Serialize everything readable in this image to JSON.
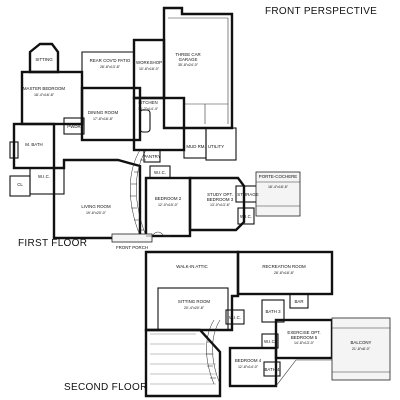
{
  "headings": {
    "front_perspective": "FRONT PERSPECTIVE",
    "first_floor": "FIRST FLOOR",
    "second_floor": "SECOND FLOOR"
  },
  "first_floor_rooms": {
    "sitting": "SITTING",
    "master_bedroom": "MASTER BEDROOM",
    "master_bedroom_dim": "18'-4\"x16'-8\"",
    "rear_patio": "REAR COV'D PATIO",
    "rear_patio_dim": "28'-8\"x13'-8\"",
    "workshop": "WORKSHOP",
    "workshop_dim": "10'-8\"x18'-0\"",
    "three_car_garage": "THREE CAR",
    "three_car_garage_2": "GARAGE",
    "three_car_garage_dim": "35'-8\"x24'-0\"",
    "dining_room": "DINING ROOM",
    "dining_room_dim": "17'-8\"x18'-8\"",
    "kitchen": "KITCHEN",
    "kitchen_dim": "15'-2\"x14'-4\"",
    "mud_rm": "MUD RM.",
    "utility": "UTILITY",
    "powder": "PWDR",
    "m_bath": "M. BATH",
    "closet": "CL",
    "wic": "W.I.C.",
    "pantry": "PANTRY",
    "wic_2": "W.I.C.",
    "living_room": "LIVING ROOM",
    "living_room_dim": "19'-6\"x20'-0\"",
    "bedroom_2": "BEDROOM 2",
    "bedroom_2_dim": "12'-0\"x15'-0\"",
    "study": "STUDY OPT.",
    "study_2": "BEDROOM 3",
    "study_dim": "13'-0\"x13'-6\"",
    "porte_cochere": "PORTE-COCHERE",
    "porte_cochere_dim": "18'-4\"x18'-6\"",
    "storage": "STORAGE",
    "wic_3": "W.I.C.",
    "front_porch": "FRONT PORCH"
  },
  "second_floor_rooms": {
    "walk_in_attic": "WALK-IN ATTIC",
    "recreation_room": "RECREATION ROOM",
    "recreation_room_dim": "28'-8\"x18'-8\"",
    "sitting_room": "SITTING ROOM",
    "sitting_room_dim": "20'-4\"x20'-8\"",
    "bar": "BAR",
    "bath_3": "BATH 3",
    "exercise": "EXERCISE OPT.",
    "exercise_2": "BEDROOM 5",
    "exercise_dim": "14'-8\"x13'-0\"",
    "balcony": "BALCONY",
    "balcony_dim": "21'-8\"x8'-0\"",
    "wic_4": "W.I.C.",
    "wic_5": "W.I.C.",
    "bedroom_4": "BEDROOM 4",
    "bedroom_4_dim": "12'-8\"x14'-0\"",
    "bath_4": "BATH 4"
  }
}
